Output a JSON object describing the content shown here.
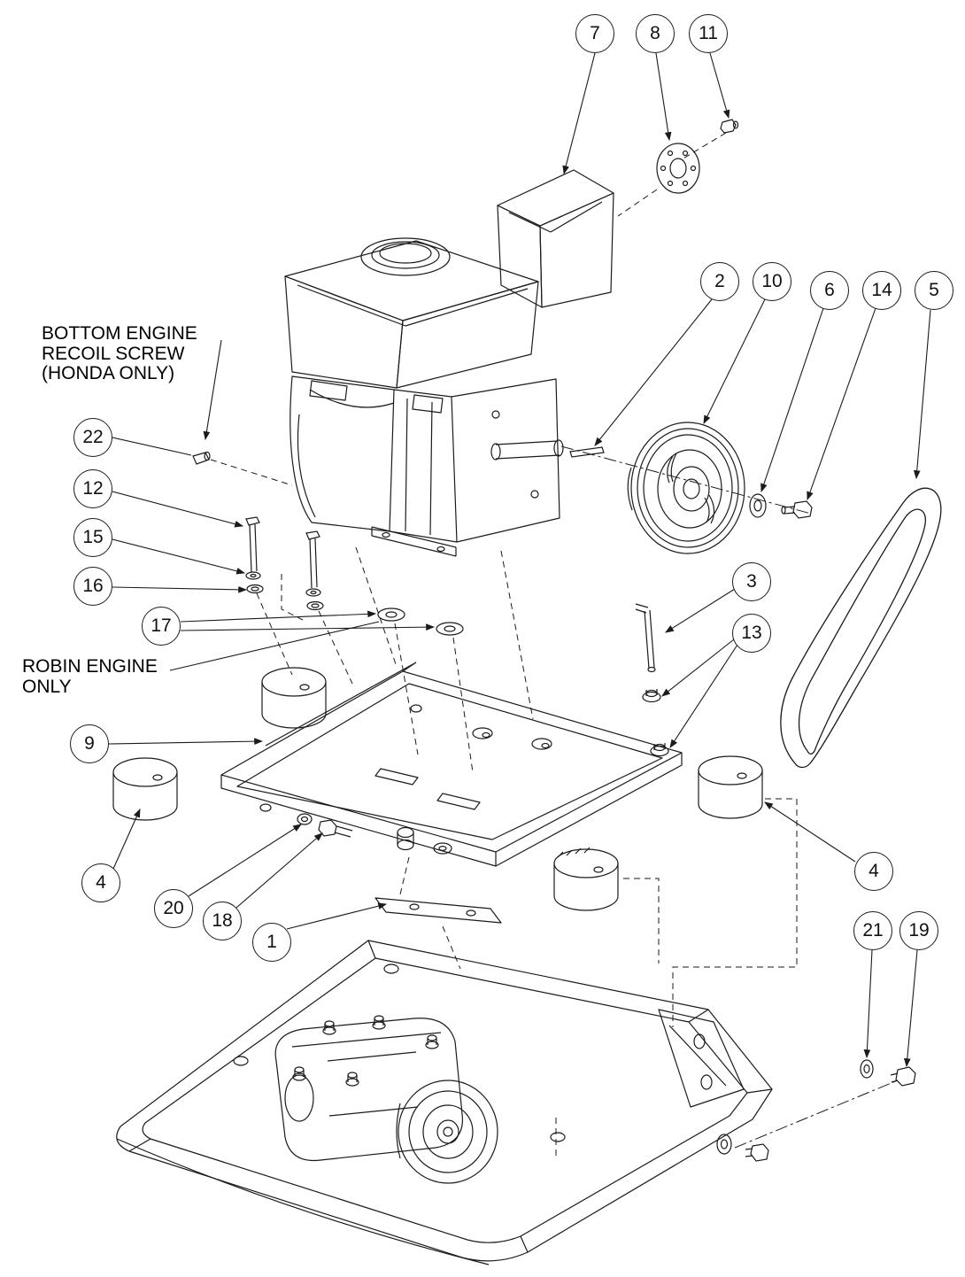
{
  "diagram": {
    "title": "Plate compactor exploded parts diagram",
    "colors": {
      "line": "#1b1b1b",
      "background": "#ffffff"
    },
    "labels": {
      "honda_note_line1": "BOTTOM ENGINE",
      "honda_note_line2": "RECOIL SCREW",
      "honda_note_line3": "(HONDA ONLY)",
      "robin_note_line1": "ROBIN ENGINE",
      "robin_note_line2": "ONLY"
    },
    "callouts": [
      {
        "number": "7"
      },
      {
        "number": "8"
      },
      {
        "number": "11"
      },
      {
        "number": "2"
      },
      {
        "number": "10"
      },
      {
        "number": "6"
      },
      {
        "number": "14"
      },
      {
        "number": "5"
      },
      {
        "number": "22"
      },
      {
        "number": "12"
      },
      {
        "number": "15"
      },
      {
        "number": "16"
      },
      {
        "number": "17"
      },
      {
        "number": "3"
      },
      {
        "number": "13"
      },
      {
        "number": "9"
      },
      {
        "number": "4"
      },
      {
        "number": "20"
      },
      {
        "number": "18"
      },
      {
        "number": "1"
      },
      {
        "number": "4"
      },
      {
        "number": "21"
      },
      {
        "number": "19"
      }
    ]
  }
}
